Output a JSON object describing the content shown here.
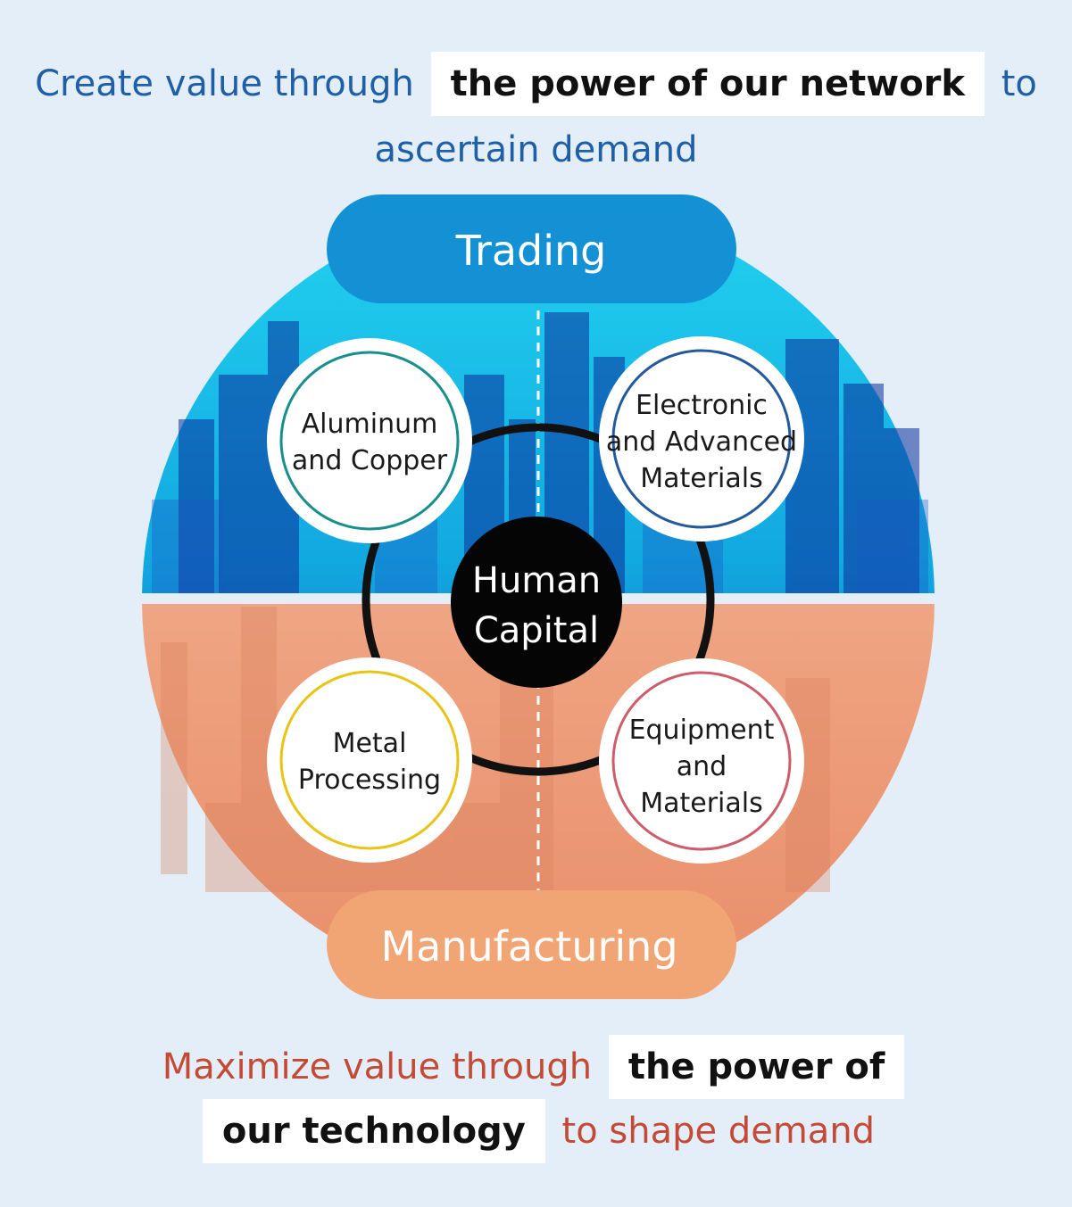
{
  "header": {
    "line1_pre": "Create value through",
    "line1_highlight": "the power of our network",
    "line1_post": "to",
    "line2": "ascertain demand"
  },
  "trading_label": "Trading",
  "manufacturing_label": "Manufacturing",
  "center_label": [
    "Human",
    "Capital"
  ],
  "segments": [
    {
      "id": "aluminum-copper",
      "lines": [
        "Aluminum",
        "and Copper"
      ],
      "color": "#178f8c"
    },
    {
      "id": "electronic-advanced-materials",
      "lines": [
        "Electronic",
        "and Advanced",
        "Materials"
      ],
      "color": "#245a9c"
    },
    {
      "id": "metal-processing",
      "lines": [
        "Metal",
        "Processing"
      ],
      "color": "#e8c414"
    },
    {
      "id": "equipment-materials",
      "lines": [
        "Equipment",
        "and",
        "Materials"
      ],
      "color": "#cf5c6a"
    }
  ],
  "footer": {
    "line1_pre": "Maximize value through",
    "line1_highlight": "the power of",
    "line2_highlight": "our technology",
    "line2_post": "to shape demand"
  },
  "colors": {
    "background": "#e3eef9",
    "trading_pill": "#1490d4",
    "manufacturing_pill": "#f2a574",
    "top_text": "#1f5fa8",
    "bottom_text": "#c44a36"
  }
}
